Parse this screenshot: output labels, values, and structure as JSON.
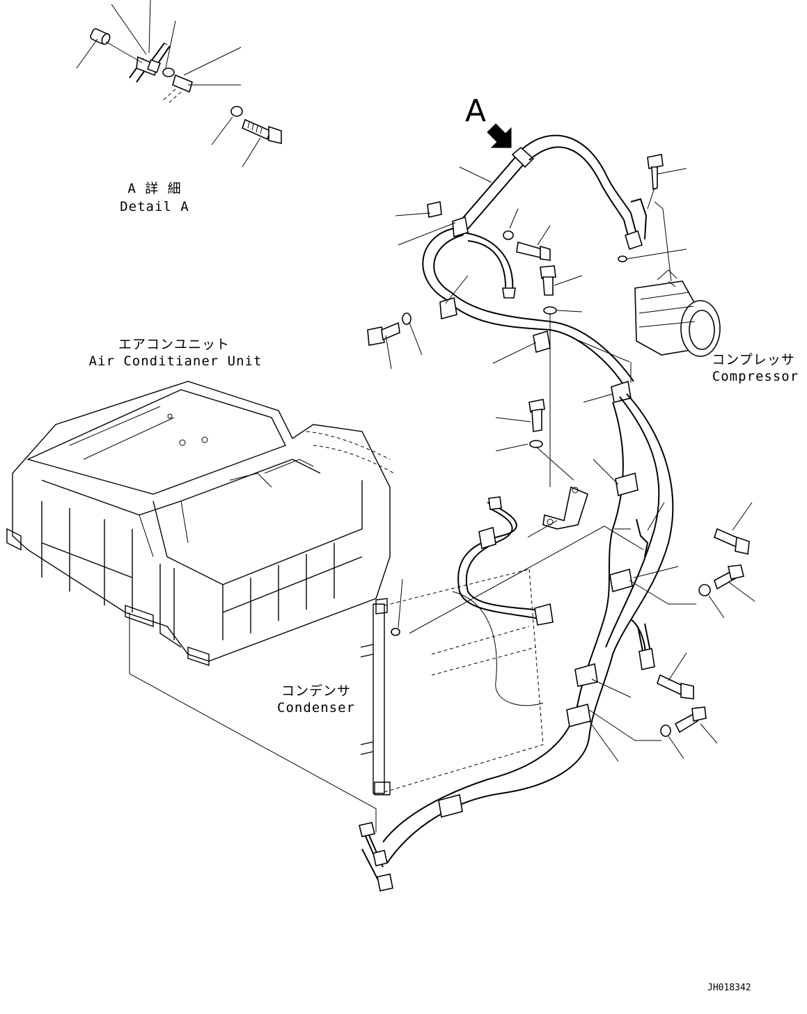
{
  "view_marker": "A",
  "detail": {
    "jp": "A 詳 細",
    "en": "Detail A"
  },
  "air_conditioner_unit": {
    "jp": "エアコンユニット",
    "en": "Air Conditianer Unit"
  },
  "compressor": {
    "jp": "コンプレッサ",
    "en": "Compressor"
  },
  "condenser": {
    "jp": "コンデンサ",
    "en": "Condenser"
  },
  "drawing_code": "JH018342"
}
